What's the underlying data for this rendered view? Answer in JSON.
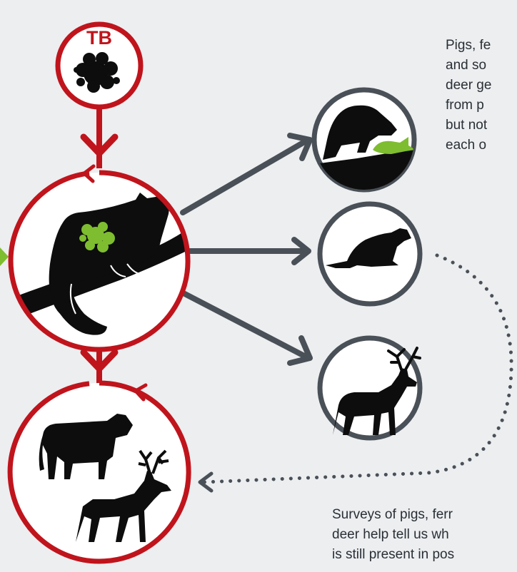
{
  "diagram": {
    "tb_label": "TB",
    "captions": {
      "top_lines": [
        "Pigs, fe",
        "and so",
        "deer ge",
        "from p",
        "but not",
        "each o"
      ],
      "bottom_lines": [
        "Surveys of pigs, ferr",
        "deer help tell us wh",
        "is still present in pos"
      ]
    },
    "nodes": [
      {
        "id": "tb",
        "icon": "bacteria-icon"
      },
      {
        "id": "possum",
        "icon": "possum-icon"
      },
      {
        "id": "livestock",
        "icon": "cow-and-deer-icon"
      },
      {
        "id": "pig",
        "icon": "wild-pig-icon"
      },
      {
        "id": "ferret",
        "icon": "ferret-icon"
      },
      {
        "id": "deer",
        "icon": "deer-icon"
      }
    ],
    "colors": {
      "background": "#eceef0",
      "tb_red": "#c0141c",
      "ring_dark": "#4a5057",
      "infection_green": "#7ebd2f",
      "silhouette": "#0d0d0d"
    }
  }
}
